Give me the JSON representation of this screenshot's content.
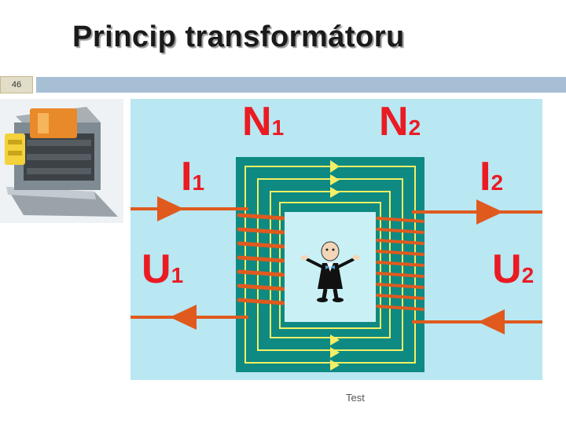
{
  "slide": {
    "title": "Princip transformátoru",
    "number": "46",
    "footer": "Test"
  },
  "diagram": {
    "primary_turns": {
      "letter": "N",
      "sub": "1"
    },
    "secondary_turns": {
      "letter": "N",
      "sub": "2"
    },
    "primary_current": {
      "letter": "I",
      "sub": "1"
    },
    "secondary_current": {
      "letter": "I",
      "sub": "2"
    },
    "primary_voltage": {
      "letter": "U",
      "sub": "1"
    },
    "secondary_voltage": {
      "letter": "U",
      "sub": "2"
    }
  },
  "colors": {
    "diagram_background": "#b9e7f2",
    "core": "#0e8a83",
    "flux_lines": "#f4ef64",
    "winding": "#e05a1e",
    "label": "#ea1b23",
    "header_bar": "#a7bfd4"
  },
  "icons": {
    "photo": "transformer-photo-icon",
    "figure": "cartoon-figure-icon"
  }
}
